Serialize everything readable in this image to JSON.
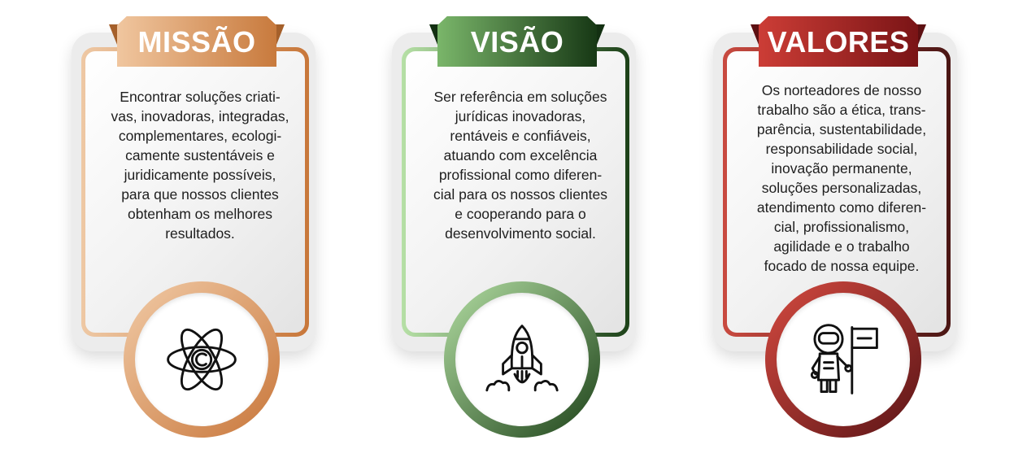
{
  "cards": [
    {
      "title": "MISSÃO",
      "text": "Encontrar soluções criati-\nvas, inovadoras, integradas,\ncomplementares, ecologi-\ncamente sustentáveis e\njuridicamente possíveis,\npara que nossos clientes\nobtenham os melhores\nresultados.",
      "icon": "atom-icon",
      "colors": {
        "light": "#eec8a4",
        "dark": "#c8773a"
      }
    },
    {
      "title": "VISÃO",
      "text": "Ser referência em soluções\njurídicas inovadoras,\nrentáveis e confiáveis,\natuando com excelência\nprofissional como diferen-\ncial para os nossos clientes\ne cooperando para o\ndesenvolvimento social.",
      "icon": "rocket-icon",
      "colors": {
        "light": "#b6e0a6",
        "dark": "#1c4118"
      }
    },
    {
      "title": "VALORES",
      "text": "Os norteadores de nosso\ntrabalho são a ética, trans-\nparência, sustentabilidade,\nresponsabilidade social,\ninovação permanente,\nsoluções personalizadas,\natendimento como diferen-\ncial, profissionalismo,\nagilidade e o trabalho\nfocado de nossa equipe.",
      "icon": "astronaut-flag-icon",
      "colors": {
        "light": "#c94a40",
        "dark": "#4a1614"
      }
    }
  ]
}
